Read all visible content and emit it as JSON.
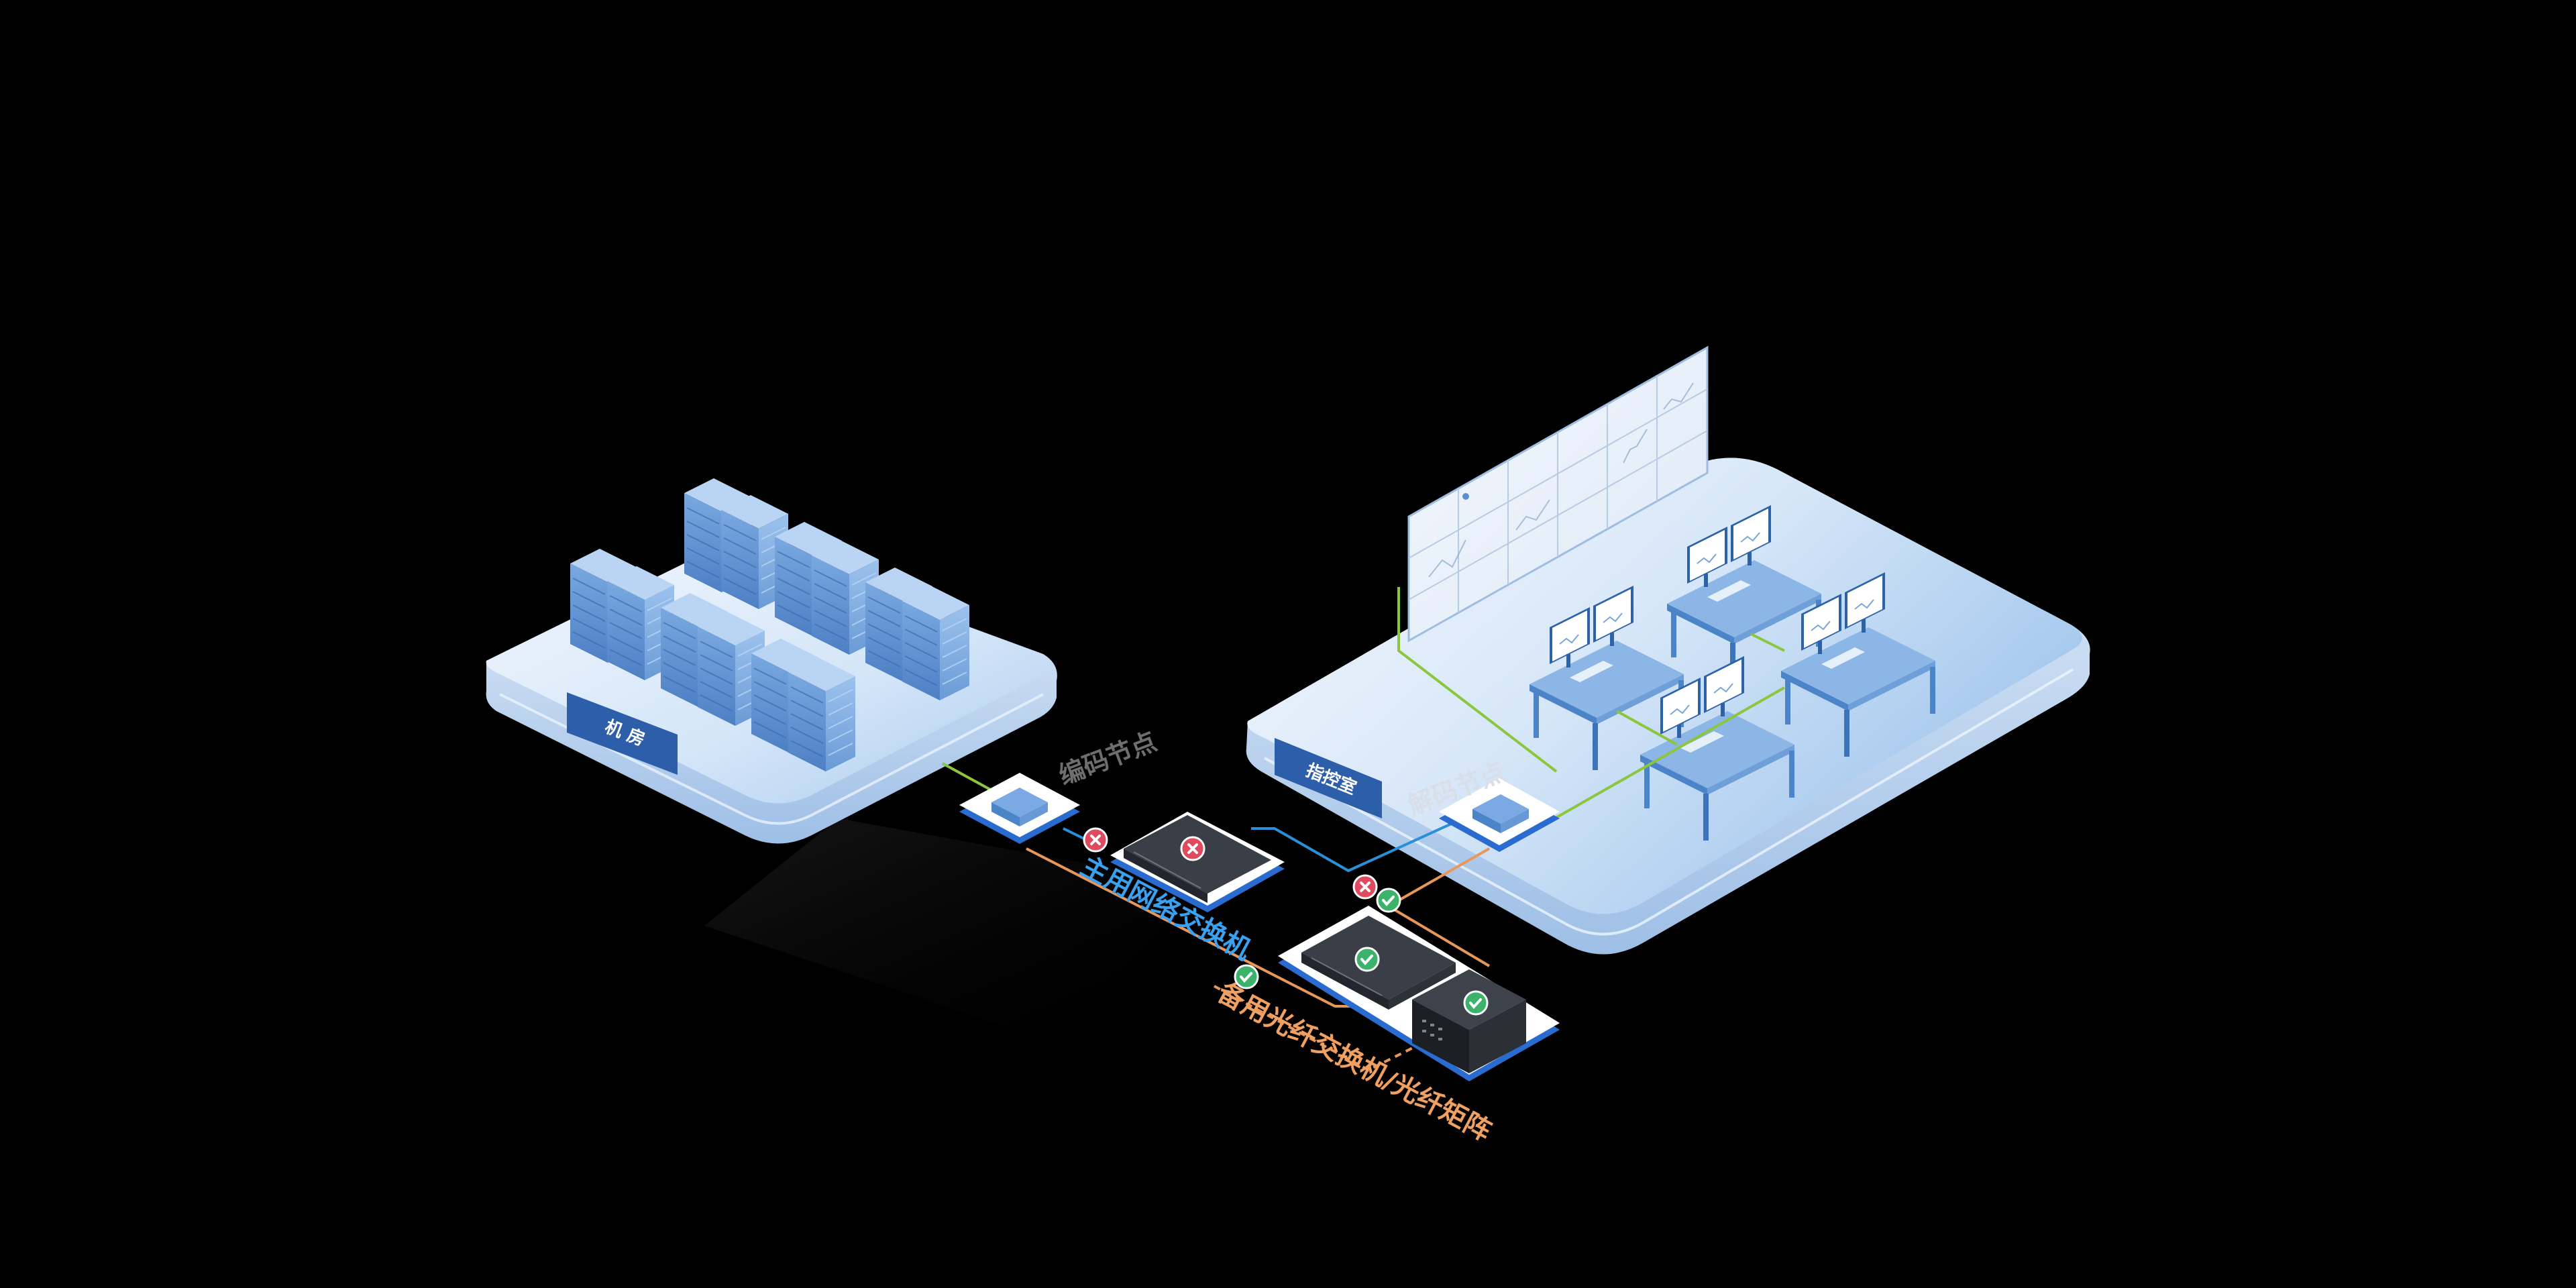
{
  "diagram": {
    "areas": {
      "machine_room": "机 房",
      "command_room": "指控室"
    },
    "nodes": {
      "encode_node": "编码节点",
      "decode_node": "解码节点",
      "main_switch": "主用网络交换机",
      "backup_switch": "备用光纤交换机/光纤矩阵"
    },
    "colors": {
      "background": "#000000",
      "platform": "#cfe2f7",
      "server": "#5b8fd0",
      "green_link": "#8cc63f",
      "blue_link": "#2a8fd8",
      "orange_link": "#e8975a",
      "status_ok": "#3bb36b",
      "status_error": "#e04a5f"
    },
    "status": {
      "main_switch": "error",
      "backup_switch": "ok",
      "matrix": "ok"
    },
    "icons": [
      "server-rack-icon",
      "switch-icon",
      "matrix-icon",
      "workstation-icon",
      "video-wall-icon",
      "check-icon",
      "cross-icon"
    ]
  }
}
